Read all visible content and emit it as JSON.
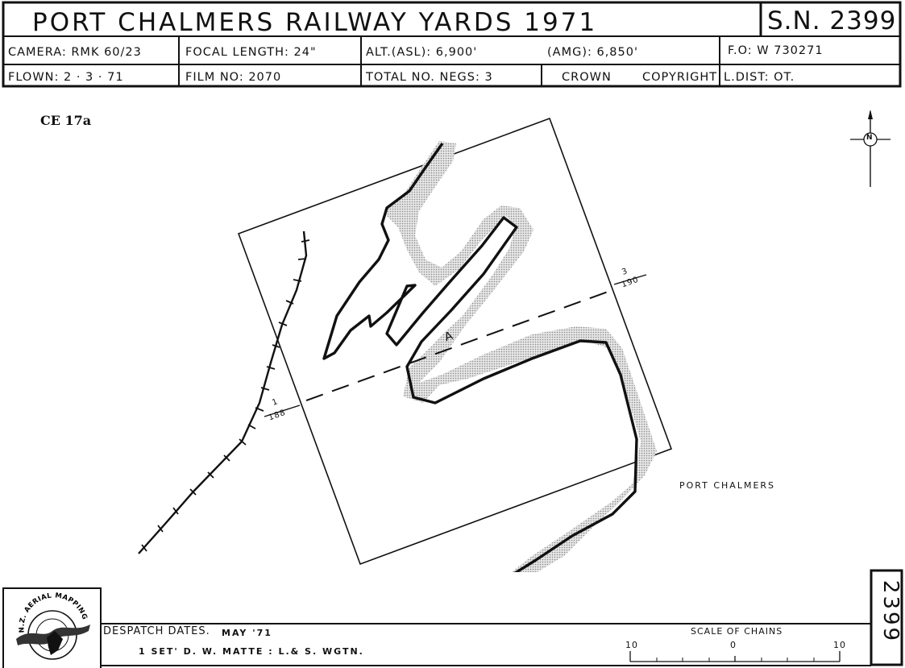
{
  "header": {
    "title": "PORT CHALMERS RAILWAY YARDS 1971",
    "survey_number": "S.N. 2399",
    "row1": {
      "camera": "CAMERA: RMK 60/23",
      "focal_length": "FOCAL LENGTH: 24\"",
      "alt_asl": "ALT.(ASL): 6,900'",
      "alt_amg": "(AMG): 6,850'",
      "fo": "F.O: W 730271"
    },
    "row2": {
      "flown": "FLOWN: 2 · 3 · 71",
      "film_no": "FILM NO: 2070",
      "total_negs": "TOTAL NO. NEGS: 3",
      "crown": "CROWN",
      "copyright": "COPYRIGHT",
      "l_dist": "L.DIST: OT."
    }
  },
  "map": {
    "sheet_code": "CE 17a",
    "place_label": "PORT CHALMERS",
    "run_label": "A",
    "photo_start": {
      "num": "1",
      "den": "188"
    },
    "photo_end": {
      "num": "3",
      "den": "190"
    },
    "north_label": "N"
  },
  "footer": {
    "logo_text": "N.Z. AERIAL MAPPING LTD.",
    "despatch_label": "DESPATCH DATES.",
    "despatch_date": "MAY '71",
    "set_info": "1 SET' D. W. MATTE : L.& S. WGTN.",
    "scale_title": "SCALE OF CHAINS",
    "scale_left": "10",
    "scale_mid": "0",
    "scale_right": "10",
    "side_number": "2399"
  }
}
